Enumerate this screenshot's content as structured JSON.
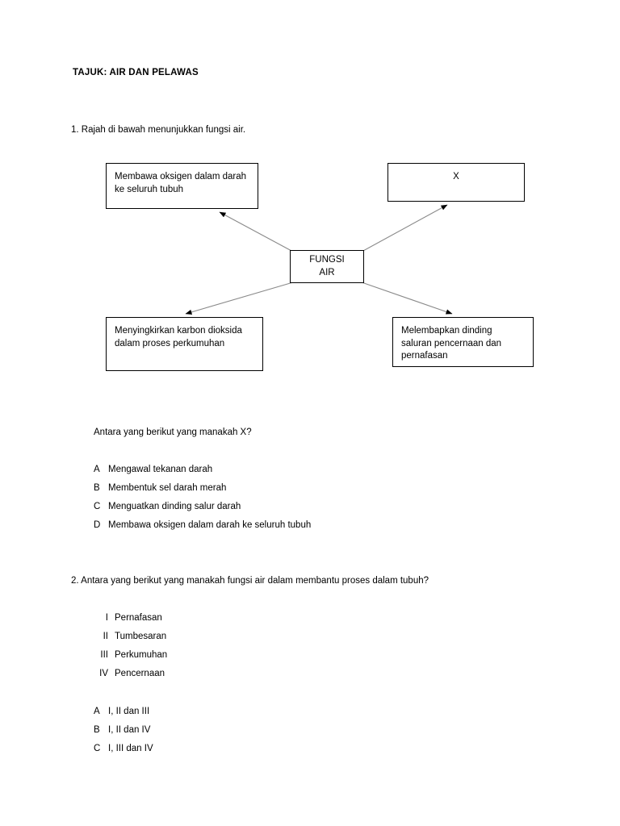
{
  "document": {
    "title": "TAJUK: AIR DAN PELAWAS"
  },
  "question1": {
    "stem": "1. Rajah di bawah menunjukkan fungsi air.",
    "lead": "Antara yang berikut yang manakah X?",
    "diagram": {
      "center_line1": "FUNGSI",
      "center_line2": "AIR",
      "top_left": "Membawa oksigen dalam darah ke seluruh tubuh",
      "top_right": "X",
      "bottom_left": "Menyingkirkan karbon dioksida dalam proses perkumuhan",
      "bottom_right": "Melembapkan dinding saluran pencernaan dan pernafasan"
    },
    "options": [
      {
        "key": "A",
        "text": "Mengawal tekanan darah"
      },
      {
        "key": "B",
        "text": "Membentuk sel darah merah"
      },
      {
        "key": "C",
        "text": "Menguatkan dinding salur darah"
      },
      {
        "key": "D",
        "text": "Membawa oksigen dalam darah ke seluruh tubuh"
      }
    ]
  },
  "question2": {
    "stem": "2. Antara yang berikut yang manakah fungsi air dalam membantu proses dalam tubuh?",
    "items": [
      {
        "key": "I",
        "text": "Pernafasan"
      },
      {
        "key": "II",
        "text": "Tumbesaran"
      },
      {
        "key": "III",
        "text": "Perkumuhan"
      },
      {
        "key": "IV",
        "text": "Pencernaan"
      }
    ],
    "options": [
      {
        "key": "A",
        "text": "I, II dan III"
      },
      {
        "key": "B",
        "text": "I, II dan IV"
      },
      {
        "key": "C",
        "text": "I, III dan IV"
      }
    ]
  },
  "colors": {
    "text": "#000000",
    "box_border": "#000000",
    "connector_line": "#8a8a8a",
    "page_background": "#ffffff"
  }
}
